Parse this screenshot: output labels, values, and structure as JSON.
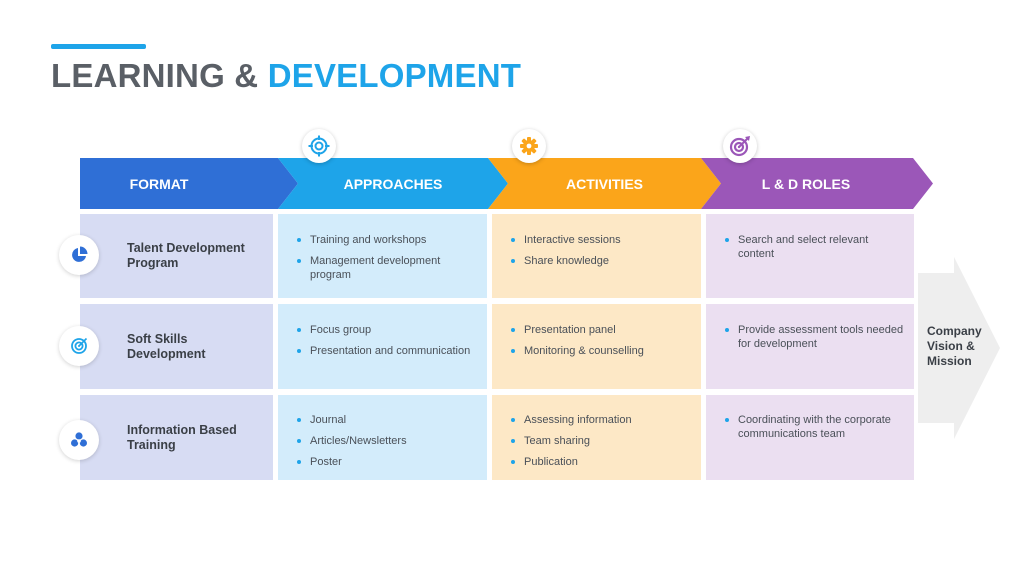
{
  "title": {
    "part1": "LEARNING & ",
    "part2": "DEVELOPMENT"
  },
  "colors": {
    "format": "#2f6fd6",
    "approaches": "#1ea4e9",
    "activities": "#fba51a",
    "roles": "#9b57b8",
    "title_gray": "#5a5f66"
  },
  "headers": [
    {
      "label": "FORMAT",
      "icon": null
    },
    {
      "label": "APPROACHES",
      "icon": "target-icon"
    },
    {
      "label": "ACTIVITIES",
      "icon": "gear-icon"
    },
    {
      "label": "L & D ROLES",
      "icon": "bullseye-arrow-icon"
    }
  ],
  "rows": [
    {
      "format": "Talent Development Program",
      "icon": "pie-chart-icon",
      "approaches": [
        "Training and workshops",
        "Management development program"
      ],
      "activities": [
        "Interactive sessions",
        "Share knowledge"
      ],
      "roles": [
        "Search and select relevant content"
      ]
    },
    {
      "format": "Soft Skills Development",
      "icon": "target-icon",
      "approaches": [
        "Focus group",
        "Presentation and communication"
      ],
      "activities": [
        "Presentation panel",
        "Monitoring & counselling"
      ],
      "roles": [
        "Provide assessment tools needed for development"
      ]
    },
    {
      "format": "Information Based Training",
      "icon": "people-icon",
      "approaches": [
        "Journal",
        "Articles/Newsletters",
        "Poster"
      ],
      "activities": [
        "Assessing information",
        "Team sharing",
        "Publication"
      ],
      "roles": [
        "Coordinating with the corporate communications team"
      ]
    }
  ],
  "outcome": "Company Vision & Mission"
}
